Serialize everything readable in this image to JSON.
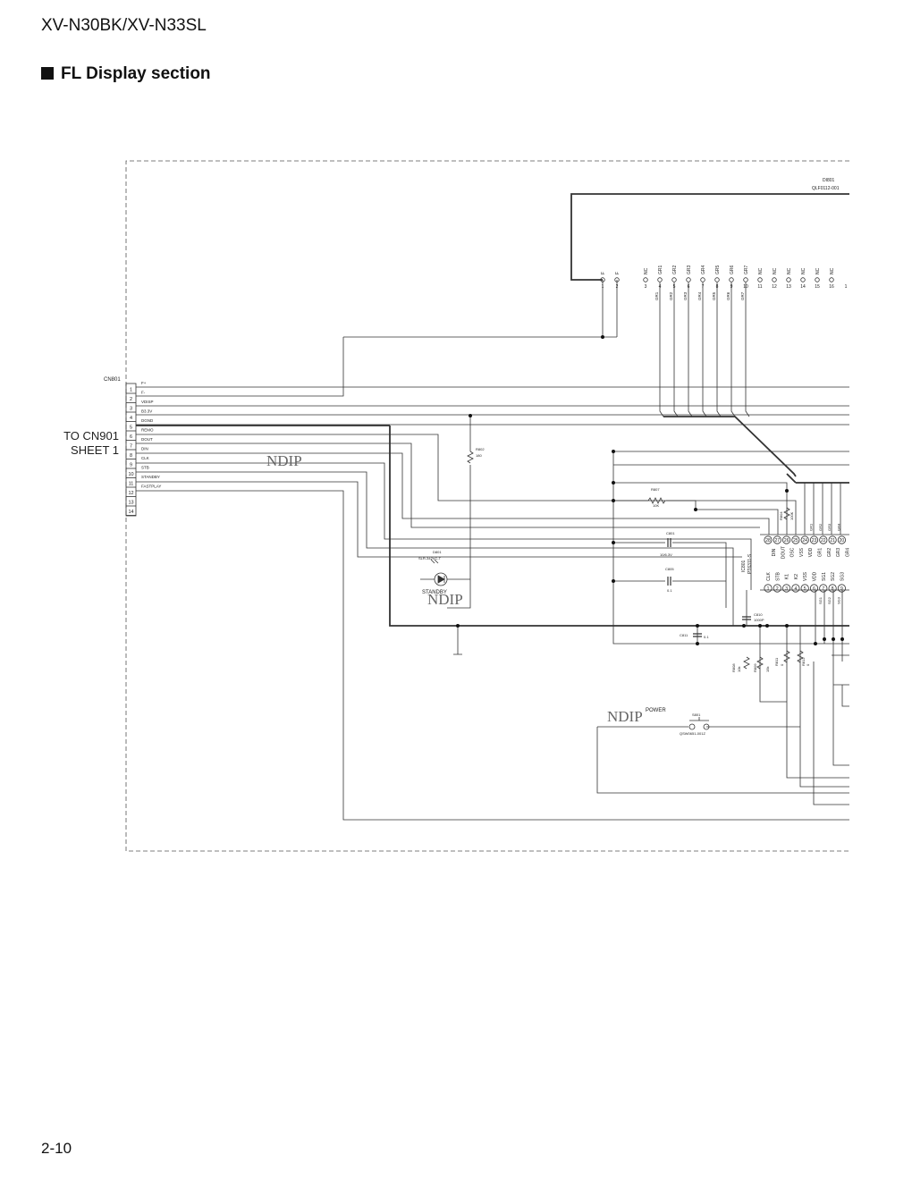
{
  "header": {
    "model": "XV-N30BK/XV-N33SL",
    "section_title": "FL Display section"
  },
  "footer": {
    "page_number": "2-10"
  },
  "connector": {
    "ref": "CN801",
    "to_label_1": "TO CN901",
    "to_label_2": "SHEET 1",
    "pins": [
      "1",
      "2",
      "3",
      "4",
      "5",
      "6",
      "7",
      "8",
      "9",
      "10",
      "11",
      "12",
      "13",
      "14"
    ],
    "signals": [
      "F+",
      "F-",
      "VDISP",
      "B3.3V",
      "DGND",
      "REMO",
      "DOUT",
      "DIN",
      "CLK",
      "STB",
      "STANDBY",
      "FASTPLAY"
    ]
  },
  "display": {
    "ref": "DI801",
    "part": "QLF0112-001",
    "top_labels": [
      "F",
      "F",
      "NC",
      "GR1",
      "GR2",
      "GR3",
      "GR4",
      "GR5",
      "GR6",
      "GR7",
      "NC",
      "NC",
      "NC",
      "NC",
      "NC",
      "NC"
    ],
    "pin_numbers": [
      "1",
      "2",
      "3",
      "4",
      "5",
      "6",
      "7",
      "8",
      "9",
      "10",
      "11",
      "12",
      "13",
      "14",
      "15",
      "16",
      "1"
    ],
    "bottom_labels": [
      "GR1",
      "GR2",
      "GR3",
      "GR4",
      "GR5",
      "GR6",
      "GR7"
    ]
  },
  "ic": {
    "ref": "IC801",
    "part": "PT6311-S",
    "top_pin_numbers": [
      "28",
      "27",
      "26",
      "25",
      "24",
      "23",
      "22",
      "21",
      "20"
    ],
    "top_pin_names": [
      "DIN",
      "DOUT",
      "OSC",
      "VSS",
      "VDD",
      "GR1",
      "GR2",
      "GR3",
      "GR4"
    ],
    "top_net_labels": [
      "GR1",
      "GR2",
      "GR3",
      "GR4"
    ],
    "bottom_pin_numbers": [
      "1",
      "2",
      "3",
      "4",
      "5",
      "6",
      "7",
      "8",
      "9"
    ],
    "bottom_pin_names": [
      "CLK",
      "STB",
      "K1",
      "K2",
      "VSS",
      "VDD",
      "SG1",
      "SG2",
      "SG3"
    ],
    "bottom_net_labels": [
      "SG1",
      "SG2",
      "SG3"
    ]
  },
  "components": {
    "r802": {
      "ref": "R802",
      "value": "180"
    },
    "r807": {
      "ref": "R807",
      "value": "10K"
    },
    "r804": {
      "ref": "R804",
      "value": "100K"
    },
    "c801": {
      "ref": "C801",
      "value": "10/6.3V"
    },
    "c805": {
      "ref": "C805",
      "value": "0.1"
    },
    "c810": {
      "ref": "C810",
      "value": "1000P"
    },
    "c811": {
      "ref": "C811",
      "value": "0.1"
    },
    "d801": {
      "ref": "D801",
      "part": "SLR-342VC-T",
      "label": "STANDBY"
    },
    "r808": {
      "ref": "R808",
      "value": "10k"
    },
    "r809": {
      "ref": "R809",
      "value": "15k"
    },
    "r811": {
      "ref": "R811",
      "value": "0"
    },
    "r812": {
      "ref": "R812",
      "value": "0"
    },
    "s801": {
      "ref": "S801",
      "part": "QSW0651-001Z",
      "label": "POWER"
    }
  },
  "watermarks": [
    "NDIP",
    "NDIP",
    "NDIP"
  ]
}
